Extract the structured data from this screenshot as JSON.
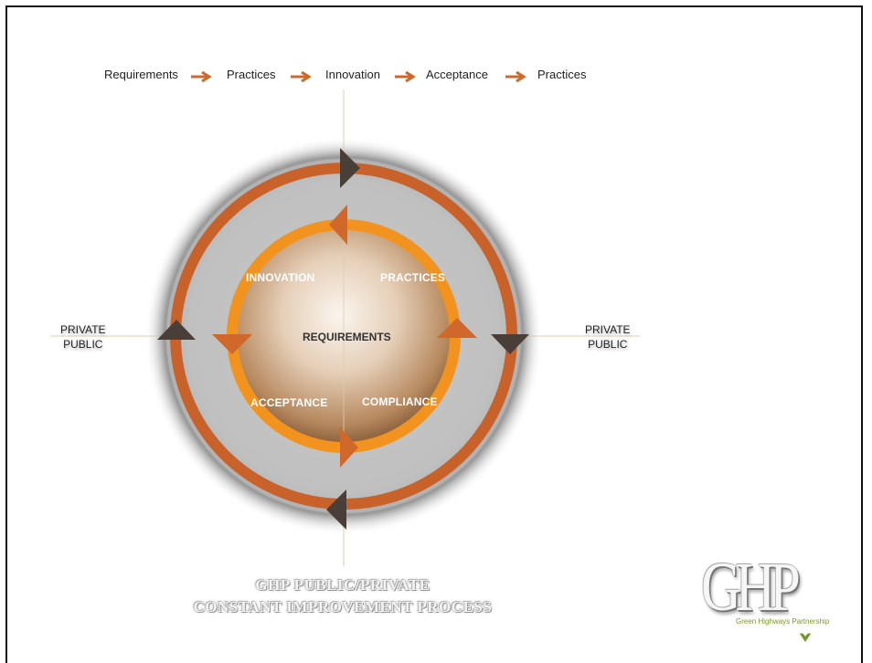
{
  "flow": {
    "steps": [
      "Requirements",
      "Practices",
      "Innovation",
      "Acceptance",
      "Practices"
    ]
  },
  "left_label": {
    "line1": "PRIVATE",
    "line2": "PUBLIC"
  },
  "right_label": {
    "line1": "PRIVATE",
    "line2": "PUBLIC"
  },
  "ring_labels": {
    "innovation": "INNOVATION",
    "practices": "PRACTICES",
    "acceptance": "ACCEPTANCE",
    "compliance": "COMPLIANCE"
  },
  "center_label": "REQUIREMENTS",
  "caption": {
    "line1": "GHP PUBLIC/PRIVATE",
    "line2": "CONSTANT IMPROVEMENT PROCESS"
  },
  "logo": {
    "text": "GHP",
    "subtitle": "Green Highways Partnership"
  },
  "colors": {
    "outer_ring": "#c8622a",
    "inner_ring": "#f3931f",
    "dark_arrow": "#4a3f38",
    "arrow_orange": "#d0682c",
    "axis_line": "#d9cfae"
  }
}
